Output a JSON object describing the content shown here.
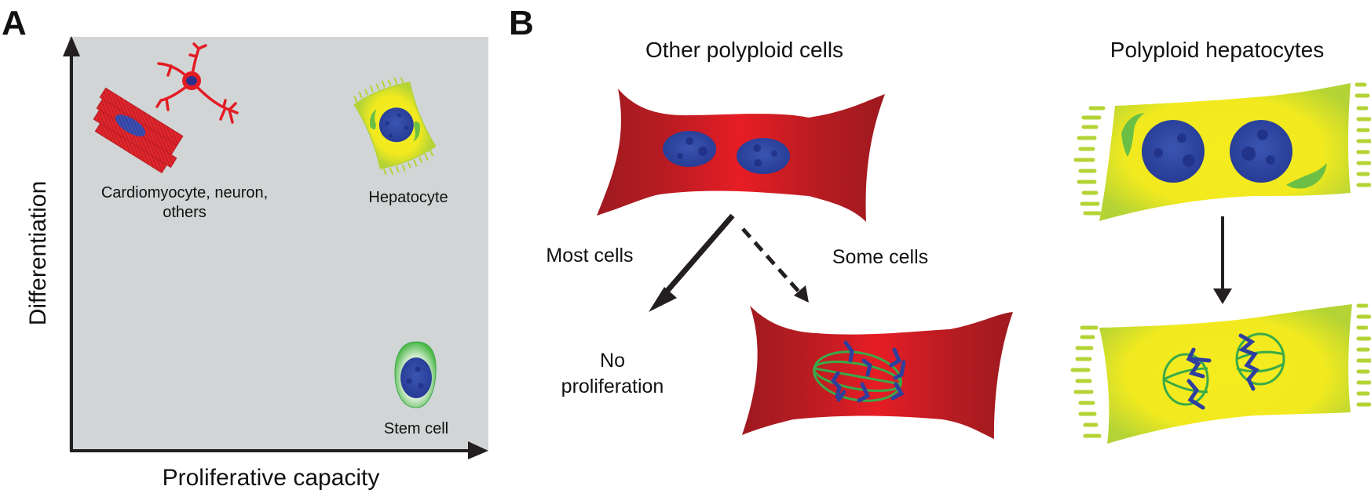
{
  "panels": {
    "a": {
      "letter": "A",
      "x_axis_label": "Proliferative capacity",
      "y_axis_label": "Differentiation",
      "cells": [
        {
          "label_line1": "Cardiomyocyte, neuron,",
          "label_line2": "others",
          "type": "cardiomyocyte-neuron"
        },
        {
          "label_line1": "Hepatocyte",
          "type": "hepatocyte"
        },
        {
          "label_line1": "Stem cell",
          "type": "stem-cell"
        }
      ]
    },
    "b": {
      "letter": "B",
      "left_title": "Other polyploid cells",
      "right_title": "Polyploid hepatocytes",
      "most_cells_label": "Most cells",
      "some_cells_label": "Some cells",
      "no_prolif_line1": "No",
      "no_prolif_line2": "proliferation"
    }
  },
  "colors": {
    "panel_bg": "#d1d5d6",
    "red_cell": "#e31b23",
    "red_dark": "#a0181e",
    "yellow_cell": "#f2ea1f",
    "yellow_edge": "#b4d335",
    "nucleus": "#2e3f9e",
    "green": "#3aaa48",
    "axis": "#231f20"
  }
}
